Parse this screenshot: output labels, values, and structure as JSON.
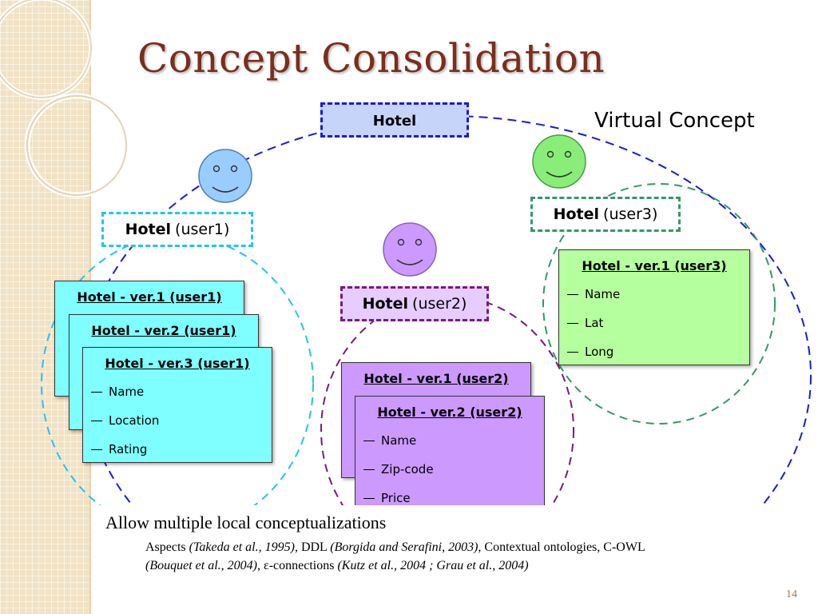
{
  "slide": {
    "title": "Concept Consolidation",
    "virtual_label": "Virtual Concept",
    "page_number": "14"
  },
  "top_box": {
    "label": "Hotel"
  },
  "users": [
    {
      "id": "user1",
      "face_color": "#99ccff",
      "label_bold": "Hotel",
      "label_user": "(user1)",
      "versions": [
        {
          "title": "Hotel - ver.1 (user1)",
          "items": []
        },
        {
          "title": "Hotel - ver.2 (user1)",
          "items": []
        },
        {
          "title": "Hotel - ver.3 (user1)",
          "items": [
            "Name",
            "Location",
            "Rating"
          ]
        }
      ]
    },
    {
      "id": "user2",
      "face_color": "#cc99ff",
      "label_bold": "Hotel",
      "label_user": "(user2)",
      "versions": [
        {
          "title": "Hotel - ver.1 (user2)",
          "items": []
        },
        {
          "title": "Hotel - ver.2 (user2)",
          "items": [
            "Name",
            "Zip-code",
            "Price"
          ]
        }
      ]
    },
    {
      "id": "user3",
      "face_color": "#88ee77",
      "label_bold": "Hotel",
      "label_user": "(user3)",
      "versions": [
        {
          "title": "Hotel - ver.1 (user3)",
          "items": [
            "Name",
            "Lat",
            "Long"
          ]
        }
      ]
    }
  ],
  "footer": {
    "heading": "Allow multiple local conceptualizations",
    "line1": {
      "a": "Aspects ",
      "a_ref": "(Takeda et al., 1995)",
      "b": ", DDL ",
      "b_ref": "(Borgida and Serafini, 2003)",
      "c": ", Contextual ontologies, C-OWL"
    },
    "line2": {
      "a_ref": "(Bouquet et al., 2004)",
      "b": ", ε-connections ",
      "b_ref": "(Kutz et al., 2004 ; Grau et al., 2004)"
    }
  },
  "colors": {
    "title": "#7a2e1b",
    "blue_dash": "#1a1adc",
    "cyan_dash": "#22c4f0",
    "purple_dash": "#7a1a7a",
    "green_dash": "#339966",
    "top_box_fill": "#c6d4fa",
    "user2_box_fill": "#e6ccff",
    "card_cyan": "#7fffff",
    "card_purple": "#cc99ff",
    "card_green": "#b6ff9e"
  }
}
